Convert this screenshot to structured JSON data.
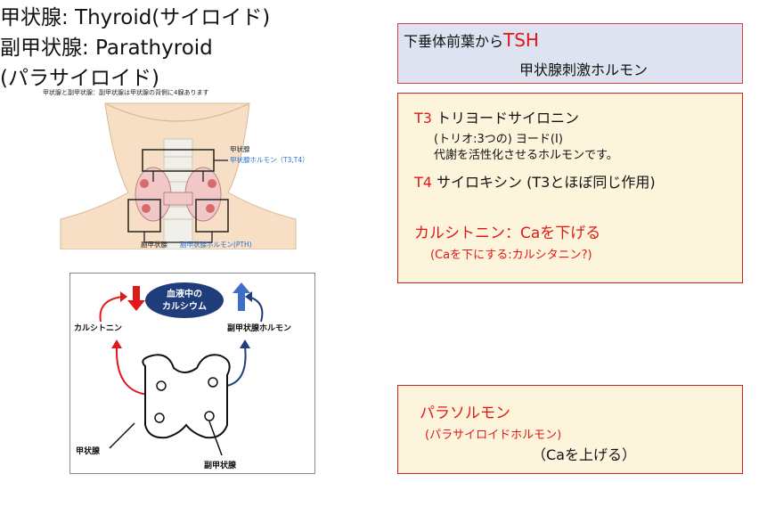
{
  "left": {
    "title": "甲状腺: Thyroid(サイロイド)",
    "image_caption": "甲状腺と副甲状腺：副甲状腺は甲状腺の背側に4腺あります",
    "label_thyroid": "甲状腺",
    "label_thyroid_hormone": "甲状腺ホルモン（T3,T4）",
    "label_parathyroid": "副甲状腺",
    "label_pth": "副甲状腺ホルモン(PTH)",
    "cycle": {
      "center_line1": "血液中の",
      "center_line2": "カルシウム",
      "left_label": "カルシトニン",
      "right_label": "副甲状腺ホルモン",
      "bottom_left_label": "甲状腺",
      "bottom_right_label": "副甲状腺"
    }
  },
  "tsh_box": {
    "line1_prefix": "下垂体前葉から",
    "line1_highlight": "TSH",
    "line2": "甲状腺刺激ホルモン"
  },
  "hormone_box": {
    "t3_tag": "T3",
    "t3_name": "トリヨードサイロニン",
    "t3_note1": "(トリオ:3つの) ヨード(I)",
    "t3_note2": "代謝を活性化させるホルモンです。",
    "t4_tag": "T4",
    "t4_name": "サイロキシン (T3とほぼ同じ作用)",
    "calcitonin": "カルシトニン：Caを下げる",
    "calcitonin_note": "(Caを下にする:カルシタニン?)"
  },
  "right": {
    "title_line1": "副甲状腺: Parathyroid",
    "title_line2": "(パラサイロイド)"
  },
  "pth_box": {
    "name": "パラソルモン",
    "note": "(パラサイロイドホルモン)",
    "effect": "（Caを上げる）"
  },
  "colors": {
    "accent_red": "#e01818",
    "box_border": "#cc2222",
    "tsh_bg": "#dde3f1",
    "hormone_bg": "#fdf4dc",
    "blue_label": "#2a6fd0",
    "navy_oval": "#1f3d7a"
  }
}
